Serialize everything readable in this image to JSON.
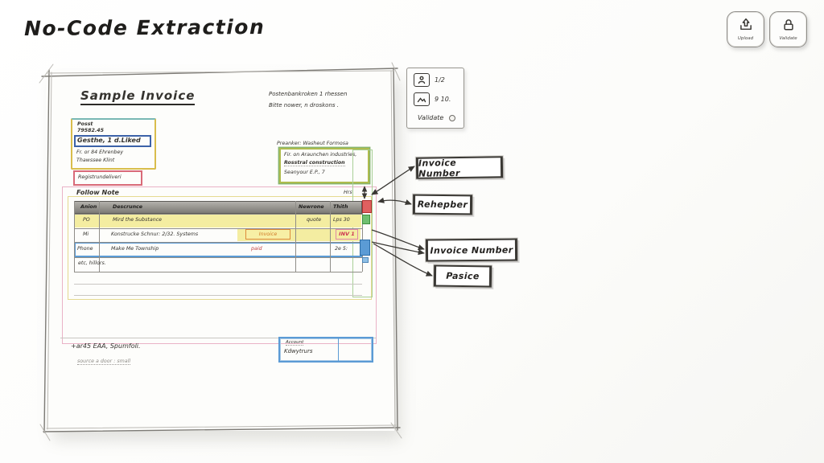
{
  "page": {
    "title": "No-Code Extraction"
  },
  "toolbar": {
    "upload_label": "Upload",
    "validate_label": "Validate"
  },
  "side_panel": {
    "page_indicator": "1/2",
    "count_indicator": "9 10.",
    "validate_label": "Validate"
  },
  "document": {
    "title": "Sample Invoice",
    "header_notes": {
      "line1": "Postenbankroken 1 rhessen",
      "line2": "Bitte nower, n droskons ."
    },
    "sender": {
      "line1": "Posst",
      "line2": "79582.45",
      "line3": "Gesthe, 1 d.Liked",
      "line4": "Fr. or 84 Ehrenbey",
      "line5": "Thawssee Klint"
    },
    "reference": "Registrundeliveri",
    "recipient": {
      "label": "Preanker: Washeut Formosa",
      "line1": "Fir. on Araunchen industries,",
      "line2": "Rosstral construction",
      "line3": "Seanyour E.P., 7"
    },
    "table": {
      "caption": "Follow Note",
      "corner_note": "Hrs",
      "header": {
        "col1": "Anion",
        "col2": "Descrunce",
        "col3": "Newrone",
        "col4": "Thith"
      },
      "rows": {
        "r1": {
          "col1": "PO",
          "col2": "Mird the Substance",
          "col3": "quote",
          "col4": "Lps 30"
        },
        "r2": {
          "col1": "Mi",
          "col2": "Konstrucke Schnur: 2/32. Systems",
          "badge": "Invoice",
          "col4": "INV 1"
        },
        "r3": {
          "col1": "Phone",
          "col2": "Make Me Township",
          "col3": "paid",
          "col4": "2e 5:"
        },
        "r4": {
          "col2": "etc, hillors."
        }
      }
    },
    "footer": {
      "line1": "+ar45 EAA, Spumfoli.",
      "line2": "source a door : small",
      "box_line1": "Account",
      "box_line2": "Kdwytrurs"
    }
  },
  "annotations": {
    "label1": "Invoice Number",
    "label2": "Rehepber",
    "label3": "Invoice Number",
    "label4": "Pasice"
  },
  "colors": {
    "highlight_yellow": "#f4eda1",
    "border_yellow": "#d9bd4c",
    "border_green": "#55a858",
    "border_blue": "#5b9bd5",
    "border_red": "#d96a78",
    "border_orange": "#dd8a3a",
    "border_pink": "#e088a6",
    "ink": "#35332f"
  }
}
